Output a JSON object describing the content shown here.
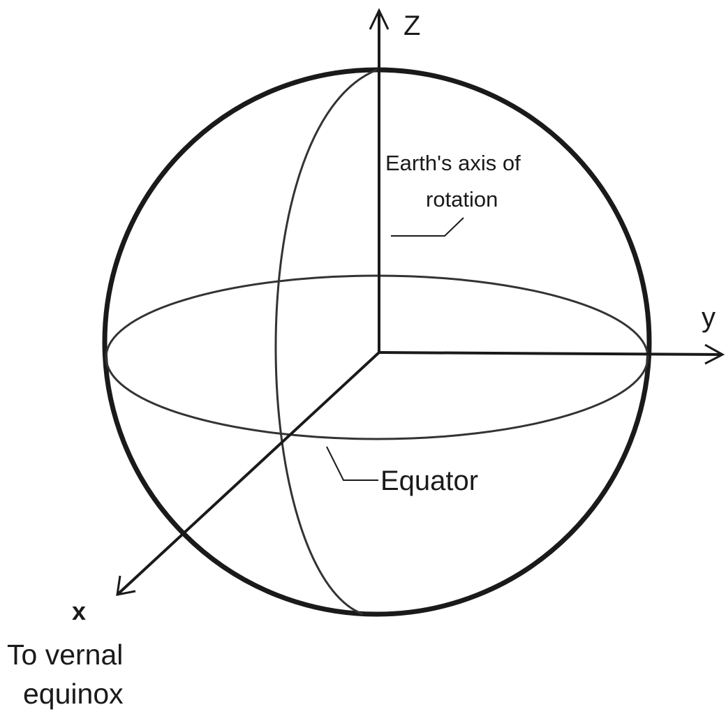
{
  "diagram": {
    "labels": {
      "z_axis": "Z",
      "y_axis": "y",
      "x_axis": "x",
      "rotation_axis_line1": "Earth's axis of",
      "rotation_axis_line2": "rotation",
      "equator": "Equator",
      "vernal_line1": "To vernal",
      "vernal_line2": "equinox"
    },
    "colors": {
      "stroke": "#1a1a1a",
      "background": "#ffffff"
    }
  }
}
